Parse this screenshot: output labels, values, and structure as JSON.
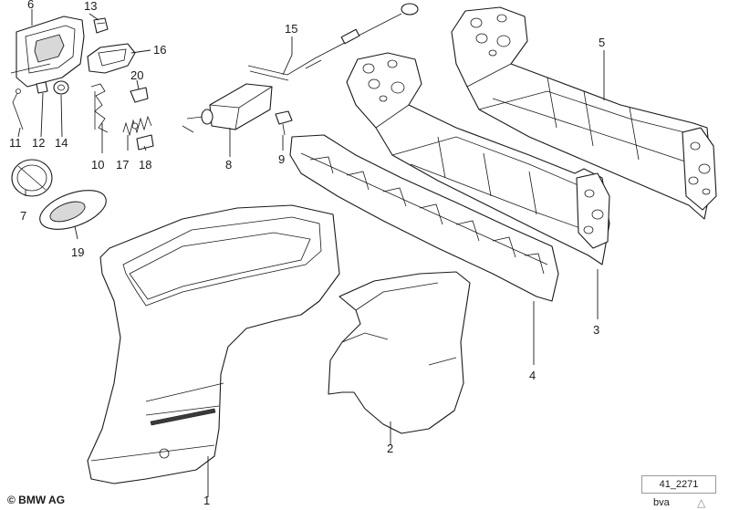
{
  "labels": {
    "p1": "1",
    "p2": "2",
    "p3": "3",
    "p4": "4",
    "p5": "5",
    "p6": "6",
    "p7": "7",
    "p8": "8",
    "p9": "9",
    "p10": "10",
    "p11": "11",
    "p12": "12",
    "p13": "13",
    "p14": "14",
    "p15": "15",
    "p16": "16",
    "p17": "17",
    "p18": "18",
    "p19": "19",
    "p20": "20"
  },
  "footer": {
    "brand": "© BMW AG",
    "ref": "41_2271",
    "author": "bva",
    "author_mark": "△"
  }
}
